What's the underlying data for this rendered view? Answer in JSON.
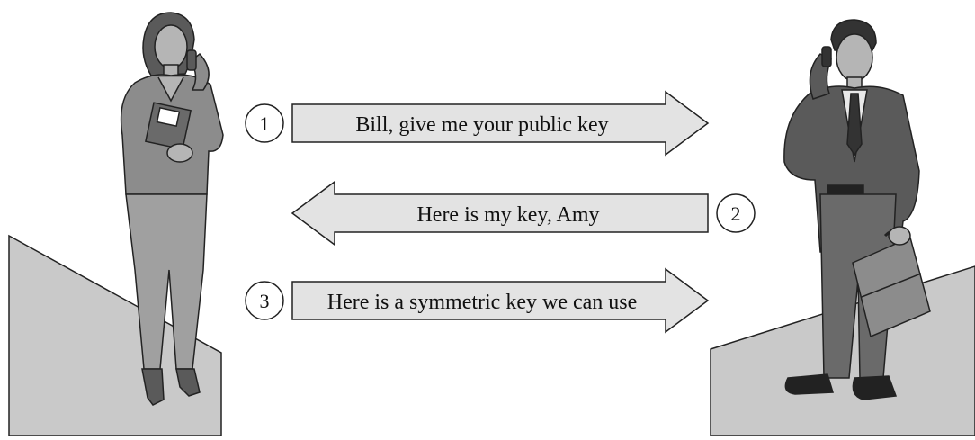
{
  "colors": {
    "arrow_fill": "#e3e3e3",
    "stroke": "#222222",
    "ledge_fill": "#c9c9c9",
    "figure_dark": "#5a5a5a",
    "figure_mid": "#8c8c8c",
    "figure_light": "#b5b5b5"
  },
  "messages": [
    {
      "step": "1",
      "text": "Bill, give me your public key",
      "direction": "right"
    },
    {
      "step": "2",
      "text": "Here is my key, Amy",
      "direction": "left"
    },
    {
      "step": "3",
      "text": "Here is a symmetric key we can use",
      "direction": "right"
    }
  ],
  "icons": {
    "left_person": "woman-on-phone-icon",
    "right_person": "man-with-briefcase-icon"
  }
}
